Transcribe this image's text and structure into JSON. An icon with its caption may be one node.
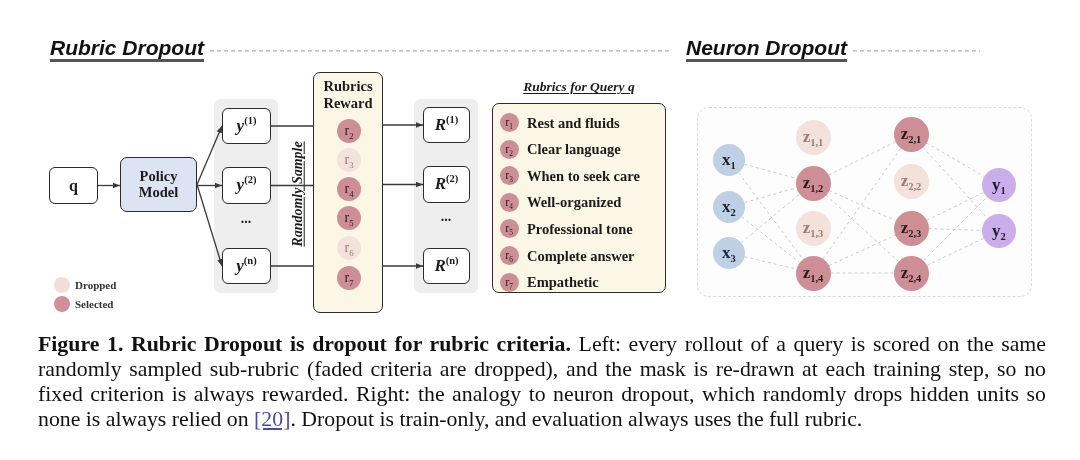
{
  "diagram": {
    "caption": "**Figure 1. Rubric Dropout is dropout for rubric criteria.** Left: every rollout of a query is scored on the same randomly sampled sub-rubric (faded criteria are dropped), and the mask is re-drawn at each training step, so no fixed criterion is always rewarded. Right: the analogy to neuron dropout, which randomly drops hidden units so none is always relied on [20]. Dropout is train-only, and evaluation always uses the full rubric.",
    "nodes": [
      {
        "text": [
          "q"
        ]
      },
      {
        "text": [
          "Policy Model"
        ]
      },
      {
        "text": [
          "..."
        ]
      },
      {
        "text": [
          "*y*$^{(1)}$"
        ],
        "in": 2
      },
      {
        "text": [
          "*y*$^{(2)}$"
        ],
        "in": 2
      },
      {
        "text": [
          "*y*$^{(n)}$"
        ],
        "in": 2
      },
      {
        "text": [
          "Rubrics Reward"
        ]
      },
      {
        "text": [
          "r$_{2}$"
        ],
        "in": 6
      },
      {
        "text": [
          "r$_{3}$"
        ],
        "in": 6
      },
      {
        "text": [
          "r$_{4}$"
        ],
        "in": 6
      },
      {
        "text": [
          "r$_{5}$"
        ],
        "in": 6
      },
      {
        "text": [
          "r$_{6}$"
        ],
        "in": 6
      },
      {
        "text": [
          "r$_{7}$"
        ],
        "in": 6
      },
      {
        "text": [
          "..."
        ]
      },
      {
        "text": [
          "*R*$^{(1)}$"
        ],
        "in": 13
      },
      {
        "text": [
          "*R*$^{(2)}$"
        ],
        "in": 13
      },
      {
        "text": [
          "*R*$^{(n)}$"
        ],
        "in": 13
      },
      {
        "text": [
          "Rubrics for Query q"
        ]
      },
      {
        "text": [
          "r$_{1}$"
        ],
        "beside": [
          "Rest and fluids"
        ],
        "in": 17
      },
      {
        "text": [
          "r$_{2}$"
        ],
        "beside": [
          "Clear language"
        ],
        "in": 17
      },
      {
        "text": [
          "r$_{3}$"
        ],
        "beside": [
          "When to seek care"
        ],
        "in": 17
      },
      {
        "text": [
          "r$_{4}$"
        ],
        "beside": [
          "Well-organized"
        ],
        "in": 17
      },
      {
        "text": [
          "r$_{5}$"
        ],
        "beside": [
          "Professional tone"
        ],
        "in": 17
      },
      {
        "text": [
          "r$_{6}$"
        ],
        "beside": [
          "Complete answer"
        ],
        "in": 17
      },
      {
        "text": [
          "r$_{7}$"
        ],
        "beside": [
          "Empathetic"
        ],
        "in": 17
      },
      {
        "text": [],
        "shape": "box"
      },
      {
        "text": [
          "x$_{1}$"
        ],
        "in": 25
      },
      {
        "text": [
          "x$_{2}$"
        ],
        "in": 25
      },
      {
        "text": [
          "x$_{3}$"
        ],
        "in": 25
      },
      {
        "text": [
          "z$_{1,1}$"
        ],
        "in": 25
      },
      {
        "text": [
          "z$_{1,2}$"
        ],
        "in": 25
      },
      {
        "text": [
          "z$_{1,3}$"
        ],
        "in": 25
      },
      {
        "text": [
          "z$_{1,4}$"
        ],
        "in": 25
      },
      {
        "text": [
          "z$_{2,1}$"
        ],
        "in": 25
      },
      {
        "text": [
          "z$_{2,2}$"
        ],
        "in": 25
      },
      {
        "text": [
          "z$_{2,3}$"
        ],
        "in": 25
      },
      {
        "text": [
          "z$_{2,4}$"
        ],
        "in": 25
      },
      {
        "text": [
          "y$_{1}$"
        ],
        "in": 25
      },
      {
        "text": [
          "y$_{2}$"
        ],
        "in": 25
      }
    ],
    "edges": [
      {
        "from": 0,
        "to": 1,
        "arrow": "to",
        "color": "#3a3a3a"
      },
      {
        "from": 1,
        "to": 3,
        "arrow": "to",
        "color": "#3a3a3a"
      },
      {
        "from": 1,
        "to": 4,
        "arrow": "to",
        "color": "#3a3a3a"
      },
      {
        "from": 1,
        "to": 5,
        "arrow": "to",
        "color": "#3a3a3a"
      },
      {
        "from": 3,
        "to": 6,
        "arrow": "none",
        "color": "#3a3a3a"
      },
      {
        "from": 4,
        "to": 6,
        "arrow": "none",
        "color": "#3a3a3a"
      },
      {
        "from": 5,
        "to": 6,
        "arrow": "none",
        "color": "#3a3a3a"
      },
      {
        "from": 6,
        "to": 14,
        "arrow": "to",
        "color": "#3a3a3a"
      },
      {
        "from": 6,
        "to": 15,
        "arrow": "to",
        "color": "#3a3a3a"
      },
      {
        "from": 6,
        "to": 16,
        "arrow": "to",
        "color": "#3a3a3a"
      },
      {
        "from": 26,
        "to": 30,
        "arrow": "none",
        "style": "dashed"
      },
      {
        "from": 26,
        "to": 32,
        "arrow": "none",
        "style": "dashed"
      },
      {
        "from": 27,
        "to": 30,
        "arrow": "none",
        "style": "dashed"
      },
      {
        "from": 27,
        "to": 32,
        "arrow": "none",
        "style": "dashed"
      },
      {
        "from": 28,
        "to": 30,
        "arrow": "none",
        "style": "dashed"
      },
      {
        "from": 28,
        "to": 32,
        "arrow": "none",
        "style": "dashed"
      },
      {
        "from": 30,
        "to": 33,
        "arrow": "none",
        "style": "dashed"
      },
      {
        "from": 30,
        "to": 35,
        "arrow": "none",
        "style": "dashed"
      },
      {
        "from": 30,
        "to": 36,
        "arrow": "none",
        "style": "dashed"
      },
      {
        "from": 32,
        "to": 33,
        "arrow": "none",
        "style": "dashed"
      },
      {
        "from": 32,
        "to": 35,
        "arrow": "none",
        "style": "dashed"
      },
      {
        "from": 32,
        "to": 36,
        "arrow": "none",
        "style": "dashed"
      },
      {
        "from": 33,
        "to": 37,
        "arrow": "none",
        "style": "dashed"
      },
      {
        "from": 33,
        "to": 38,
        "arrow": "none",
        "style": "dashed"
      },
      {
        "from": 35,
        "to": 37,
        "arrow": "none",
        "style": "dashed"
      },
      {
        "from": 35,
        "to": 38,
        "arrow": "none",
        "style": "dashed"
      },
      {
        "from": 36,
        "to": 37,
        "arrow": "none",
        "style": "dashed"
      },
      {
        "from": 36,
        "to": 38,
        "arrow": "none",
        "style": "dashed"
      }
    ],
    "labels": [
      "Rubric Dropout",
      "Neuron Dropout",
      "Randomly Sample"
    ],
    "legend": [
      {
        "text": "Dropped",
        "color": "#f1ded6"
      },
      {
        "text": "Selected",
        "color": "#cf9197"
      }
    ]
  }
}
